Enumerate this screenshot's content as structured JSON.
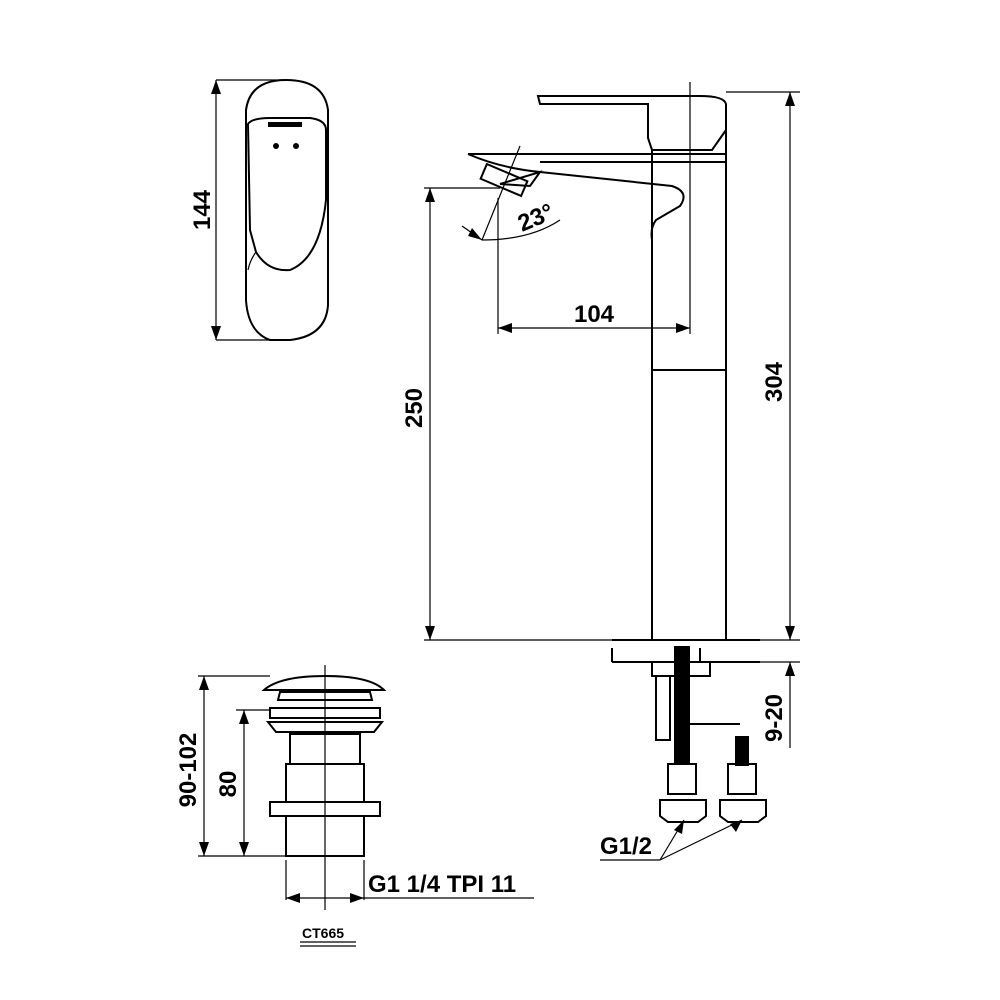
{
  "dimensions": {
    "handle_height": "144",
    "spout_angle": "23°",
    "spout_reach": "104",
    "spout_height": "250",
    "total_height": "304",
    "thread_range": "9-20",
    "hose_thread": "G1/2",
    "waste_total": "90-102",
    "waste_body": "80",
    "waste_thread": "G1 1/4 TPI 11"
  },
  "model_code": "CT665"
}
